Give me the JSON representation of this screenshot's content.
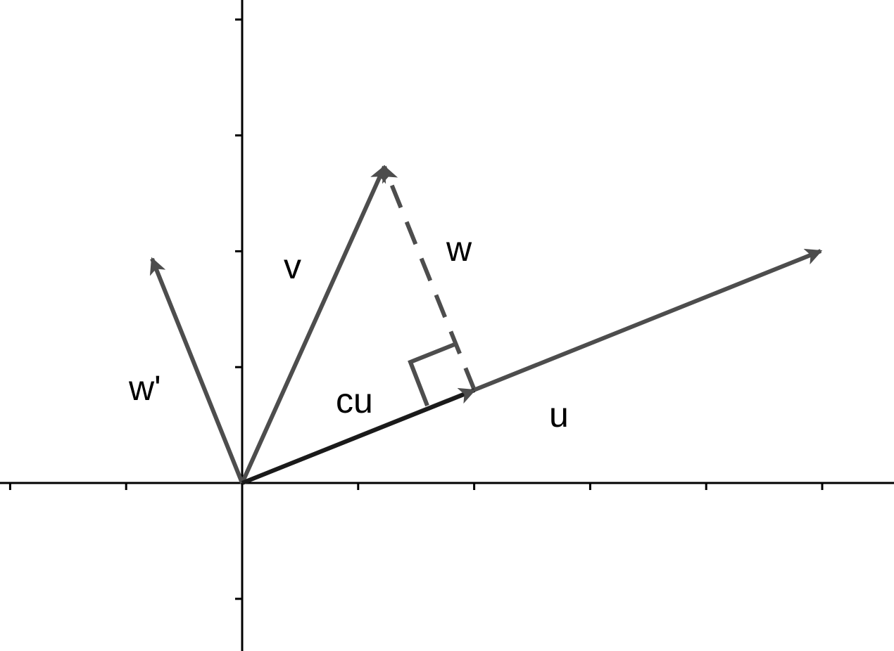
{
  "vectors": [
    {
      "id": "u",
      "label": "u",
      "from": [
        0,
        0
      ],
      "to": [
        5,
        2
      ],
      "style": "solid",
      "color": "#4d4d4d"
    },
    {
      "id": "v",
      "label": "v",
      "from": [
        0,
        0
      ],
      "to": [
        1.22,
        2.73
      ],
      "style": "solid",
      "color": "#4d4d4d"
    },
    {
      "id": "w",
      "label": "w",
      "from": [
        2,
        0.8
      ],
      "to": [
        1.22,
        2.73
      ],
      "style": "dashed",
      "color": "#4d4d4d"
    },
    {
      "id": "w-prime",
      "label": "w'",
      "from": [
        0,
        0
      ],
      "to": [
        -0.78,
        1.93
      ],
      "style": "solid",
      "color": "#4d4d4d"
    },
    {
      "id": "cu",
      "label": "cu",
      "from": [
        0,
        0
      ],
      "to": [
        2,
        0.8
      ],
      "style": "solid",
      "color": "#1a1a1a"
    }
  ],
  "axes": {
    "x_ticks": [
      -2,
      -1,
      1,
      2,
      3,
      4,
      5
    ],
    "y_ticks": [
      -1,
      1,
      2,
      3,
      4
    ],
    "color": "#000000"
  },
  "right_angle_marker": {
    "at": [
      2,
      0.8
    ]
  }
}
